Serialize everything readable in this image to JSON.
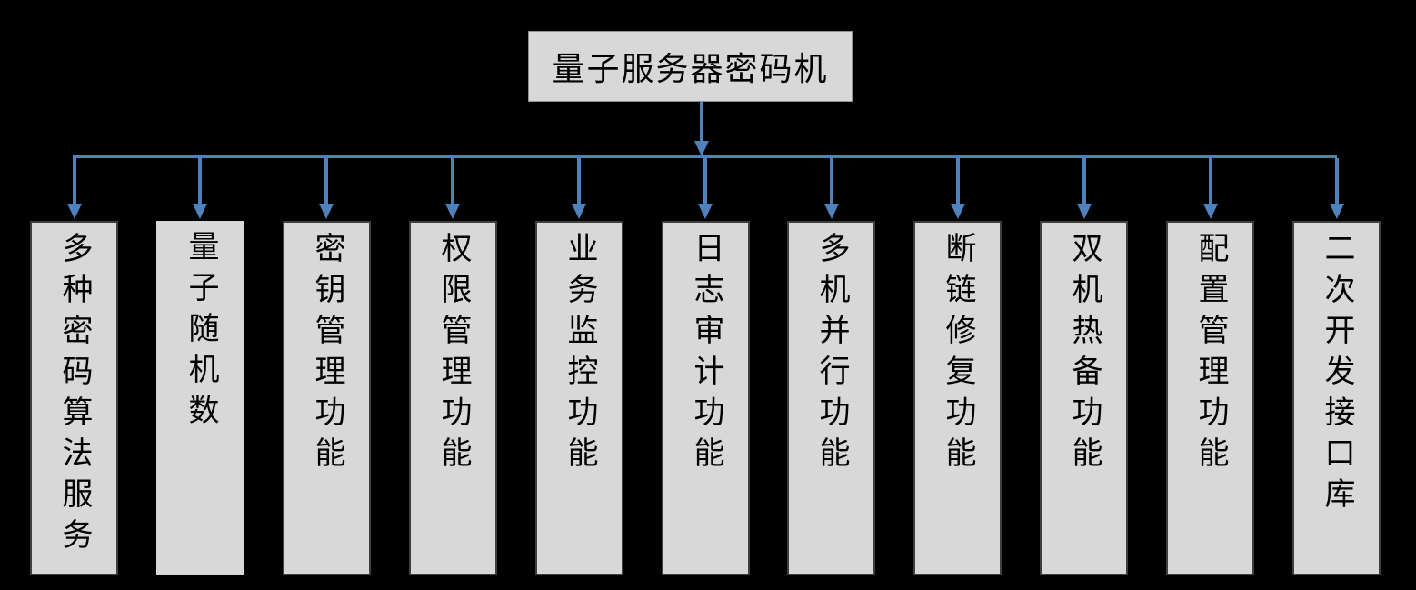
{
  "diagram": {
    "title": "量子服务器密码机",
    "root": {
      "label": "量子服务器密码机"
    },
    "children": [
      {
        "label": "多种密码算法服务"
      },
      {
        "label": "量子随机数"
      },
      {
        "label": "密钥管理功能"
      },
      {
        "label": "权限管理功能"
      },
      {
        "label": "业务监控功能"
      },
      {
        "label": "日志审计功能"
      },
      {
        "label": "多机并行功能"
      },
      {
        "label": "断链修复功能"
      },
      {
        "label": "双机热备功能"
      },
      {
        "label": "配置管理功能"
      },
      {
        "label": "二次开发接口库"
      }
    ],
    "colors": {
      "background": "#000000",
      "box_fill": "#d8d8d8",
      "box_border": "#3f3f3f",
      "root_box_border": "#8f8f8f",
      "arrow": "#4f81bd",
      "text": "#000000"
    }
  }
}
